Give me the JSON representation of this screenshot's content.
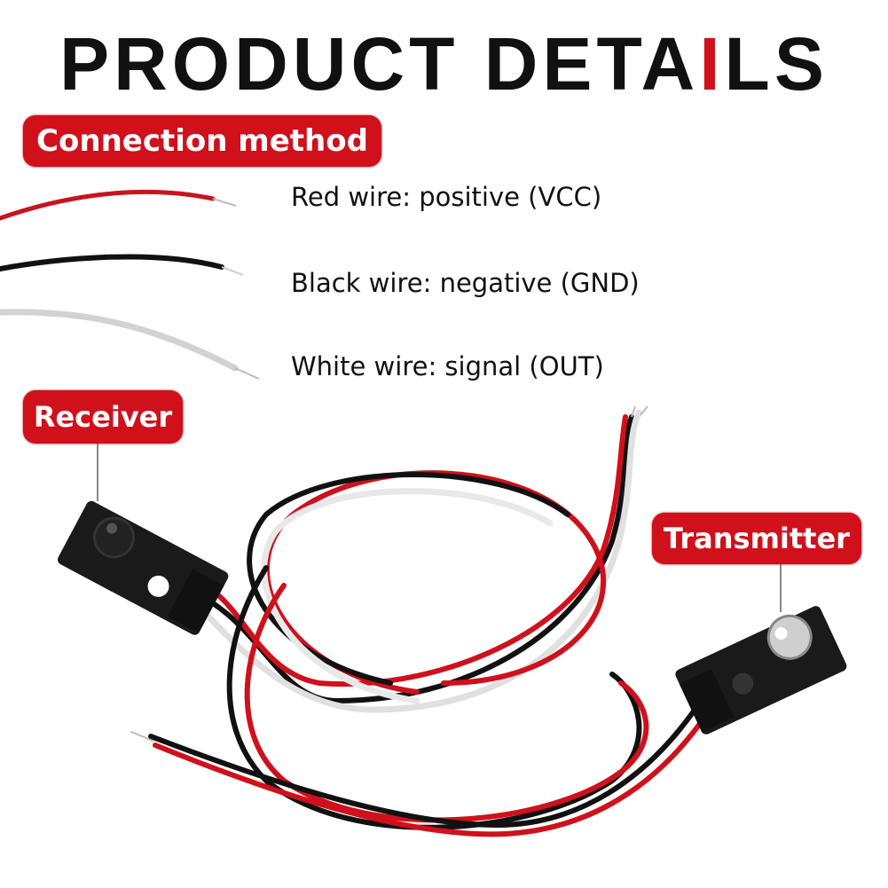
{
  "title_parts": [
    "PRODUCT DETA",
    "I",
    "LS"
  ],
  "connection": {
    "heading": "Connection method",
    "wires": [
      {
        "color": "#c8141e",
        "text": "Red wire: positive (VCC)"
      },
      {
        "color": "#111111",
        "text": "Black wire: negative (GND)"
      },
      {
        "color": "#cfcfcf",
        "text": "White wire: signal (OUT)"
      }
    ]
  },
  "labels": {
    "receiver": "Receiver",
    "transmitter": "Transmitter"
  },
  "colors": {
    "accent": "#d0101b",
    "text": "#111111"
  }
}
